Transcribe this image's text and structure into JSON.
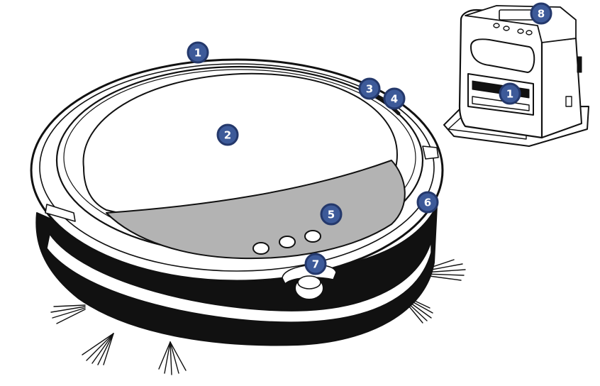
{
  "colors": {
    "callout_fill": "#3d5a99",
    "callout_ring": "#24386b",
    "callout_text": "#ffffff",
    "outline": "#111111",
    "panel_gray": "#b3b3b3"
  },
  "robot": {
    "callouts": {
      "top_edge": "1",
      "lid": "2",
      "sensor_a": "3",
      "sensor_b": "4",
      "control_panel": "5",
      "side_bumper": "6",
      "front_wheel": "7"
    }
  },
  "dock": {
    "callouts": {
      "display": "8",
      "contacts": "1"
    }
  }
}
